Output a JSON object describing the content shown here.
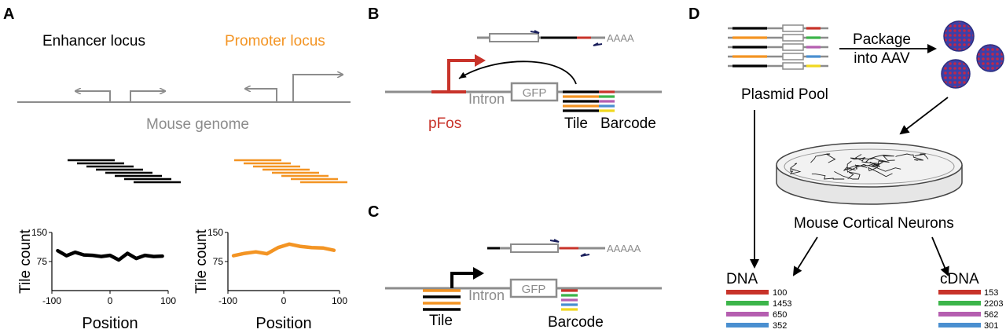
{
  "colors": {
    "gray": "#8c8c8c",
    "orange": "#f39423",
    "red": "#c8332a",
    "black": "#000000",
    "green": "#3cb54a",
    "purple": "#b55eb0",
    "blue": "#4a8fd0",
    "yellow": "#f0d81f",
    "navy": "#1a1f5c"
  },
  "panelA": {
    "label": "A",
    "enhancer_label": "Enhancer locus",
    "promoter_label": "Promoter locus",
    "genome_label": "Mouse genome",
    "charts": [
      {
        "type": "line",
        "ylabel": "Tile count",
        "xlabel": "Position",
        "x_ticks": [
          "-100",
          "0",
          "100"
        ],
        "y_ticks": [
          "150",
          "75"
        ],
        "xlim": [
          -100,
          100
        ],
        "ylim": [
          0,
          150
        ],
        "color": "black",
        "x": [
          -90,
          -75,
          -60,
          -45,
          -30,
          -15,
          0,
          15,
          30,
          45,
          60,
          75,
          90
        ],
        "y": [
          103,
          90,
          99,
          92,
          91,
          88,
          91,
          79,
          96,
          83,
          91,
          88,
          89
        ]
      },
      {
        "type": "line",
        "ylabel": "Tile count",
        "xlabel": "Position",
        "x_ticks": [
          "-100",
          "0",
          "100"
        ],
        "y_ticks": [
          "150",
          "75"
        ],
        "xlim": [
          -100,
          100
        ],
        "ylim": [
          0,
          150
        ],
        "color": "orange",
        "x": [
          -90,
          -70,
          -50,
          -30,
          -10,
          10,
          30,
          50,
          70,
          90
        ],
        "y": [
          90,
          96,
          100,
          95,
          111,
          120,
          114,
          111,
          110,
          104
        ]
      }
    ]
  },
  "panelB": {
    "label": "B",
    "polyA": "AAAA",
    "intron": "Intron",
    "gfp": "GFP",
    "pfos": "pFos",
    "tile": "Tile",
    "barcode": "Barcode"
  },
  "panelC": {
    "label": "C",
    "polyA": "AAAAA",
    "intron": "Intron",
    "gfp": "GFP",
    "tile": "Tile",
    "barcode": "Barcode"
  },
  "panelD": {
    "label": "D",
    "plasmid_pool": "Plasmid Pool",
    "package_line1": "Package",
    "package_line2": "into AAV",
    "neurons": "Mouse Cortical Neurons",
    "dna_label": "DNA",
    "cdna_label": "cDNA",
    "dna_counts": [
      "100",
      "1453",
      "650",
      "352"
    ],
    "cdna_counts": [
      "153",
      "2203",
      "562",
      "301"
    ]
  }
}
